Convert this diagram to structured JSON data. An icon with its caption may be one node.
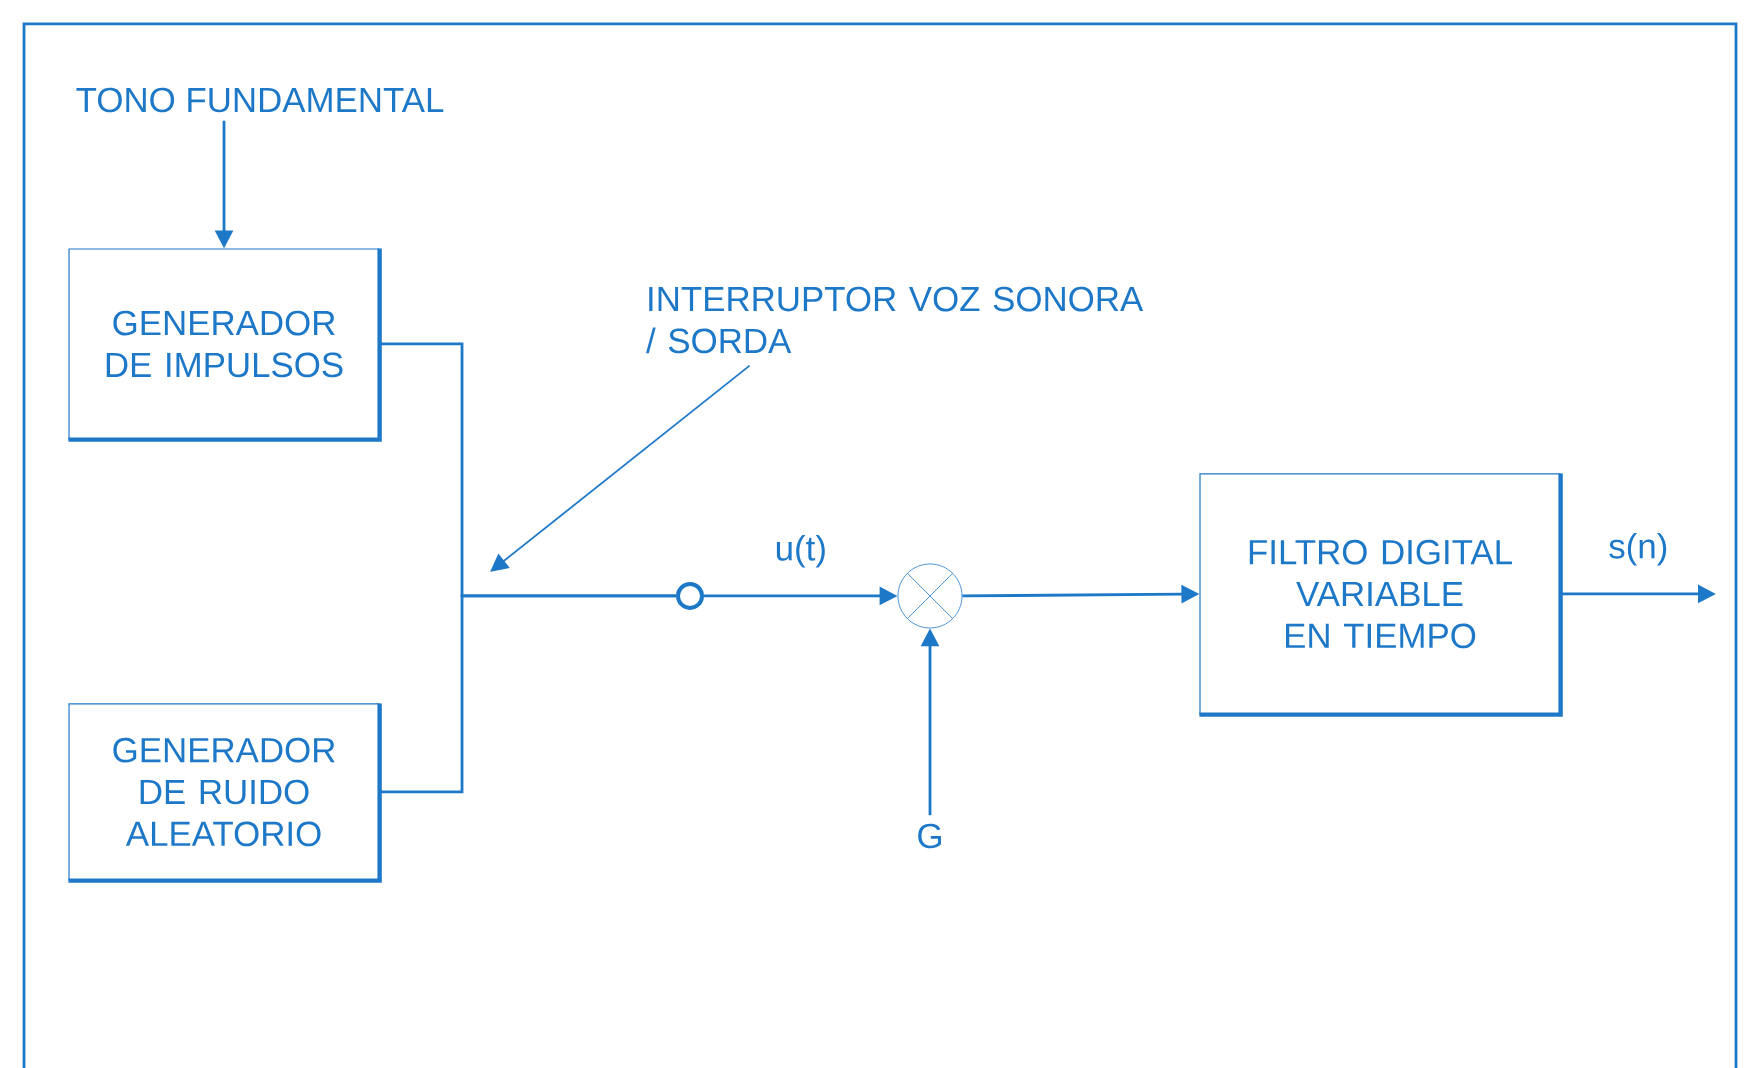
{
  "diagram": {
    "nodes": [
      {
        "text": [
          "TONO FUNDAMENTAL"
        ]
      },
      {
        "text": [
          "GENERADOR DE IMPULSOS"
        ]
      },
      {
        "text": [
          "GENERADOR DE RUIDO ALEATORIO"
        ]
      },
      {
        "text": [
          "INTERRUPTOR VOZ SONORA / SORDA"
        ]
      },
      {
        "text": [],
        "shape": "circle"
      },
      {
        "text": [],
        "shape": "circle"
      },
      {
        "text": [
          "G"
        ]
      },
      {
        "text": [
          "FILTRO DIGITAL VARIABLE EN TIEMPO"
        ]
      }
    ],
    "edges": [
      {
        "from": 0,
        "to": 1,
        "arrow": "to"
      },
      {
        "from": 1,
        "to": 4,
        "arrow": "none"
      },
      {
        "from": 2,
        "to": 4,
        "arrow": "none"
      },
      {
        "from": 3,
        "to": null,
        "arrow": "to"
      },
      {
        "from": 4,
        "to": 5,
        "arrow": "to",
        "label": "u(t)"
      },
      {
        "from": 6,
        "to": 5,
        "arrow": "to"
      },
      {
        "from": 5,
        "to": 7,
        "arrow": "to"
      },
      {
        "from": 7,
        "to": null,
        "arrow": "to",
        "label": "s(n)"
      }
    ]
  }
}
